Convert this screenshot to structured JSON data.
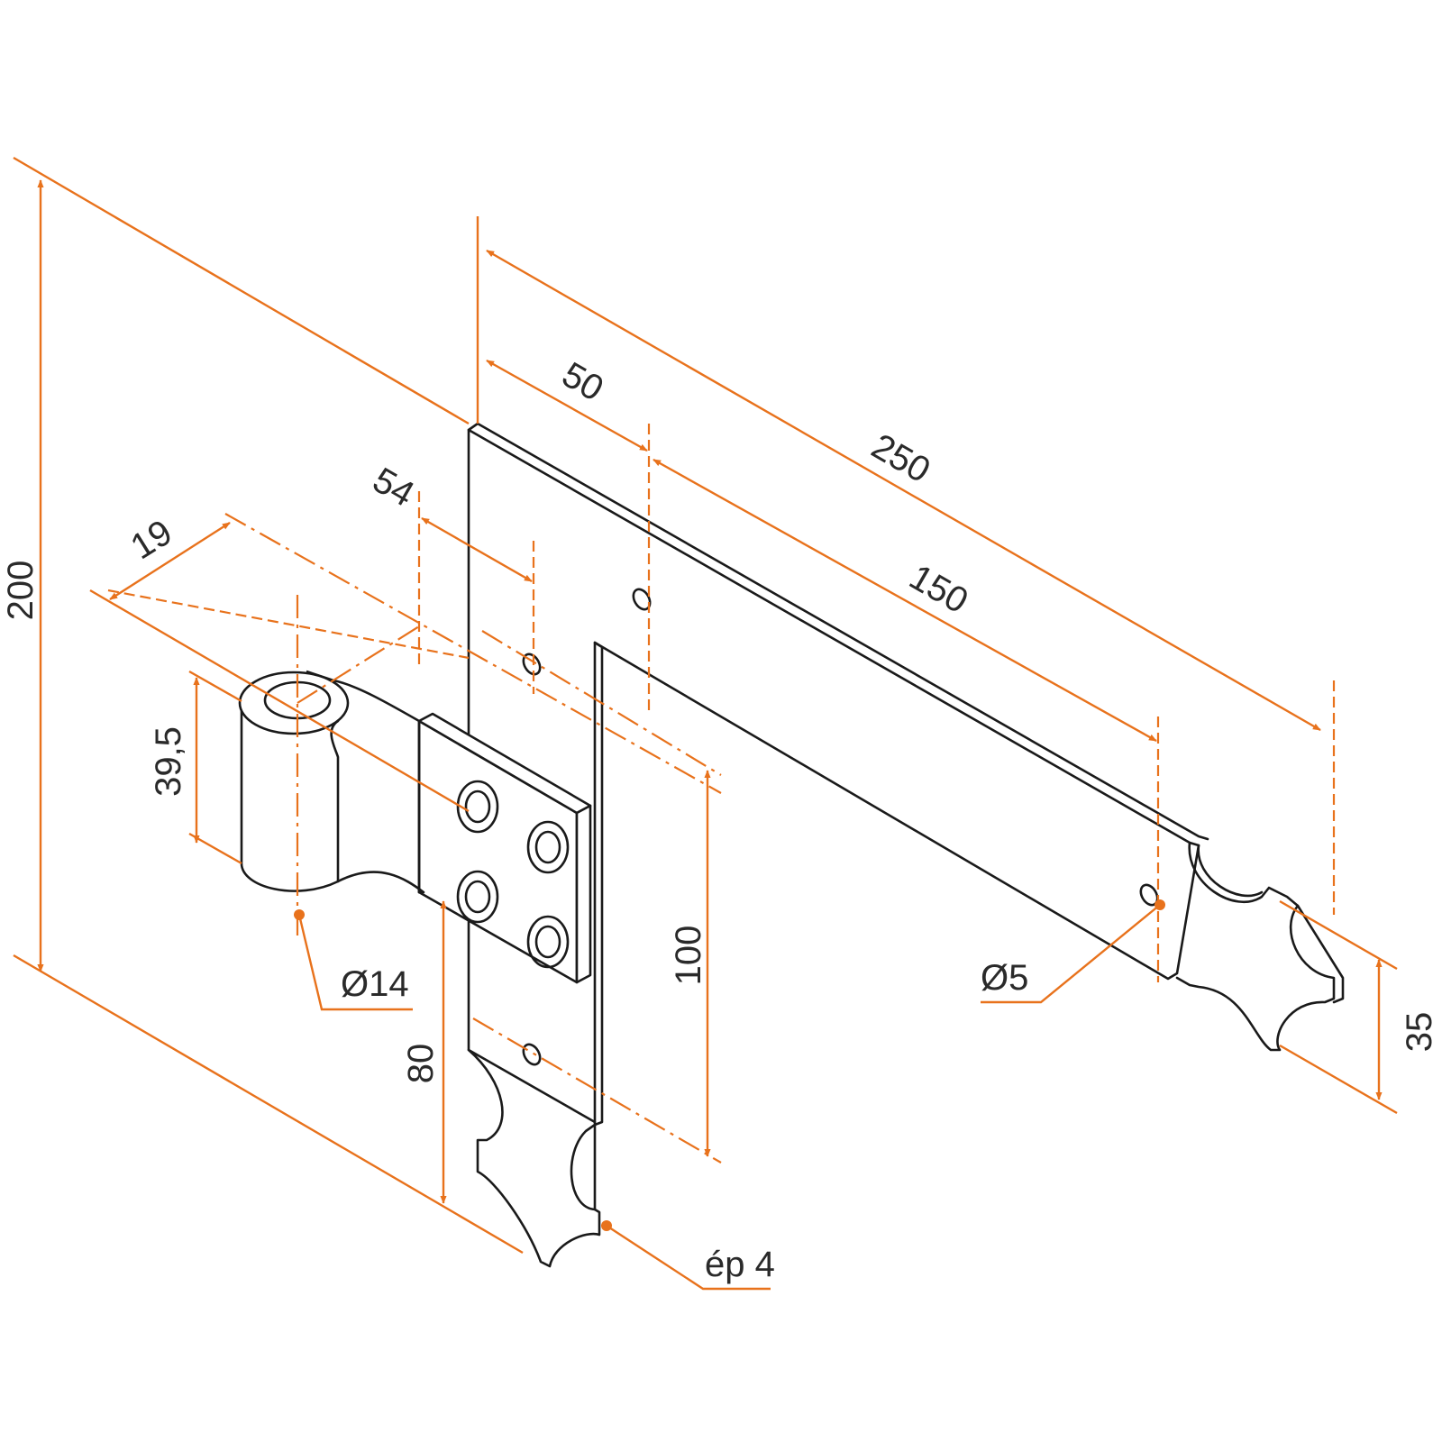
{
  "colors": {
    "dimension": "#e8721c",
    "outline": "#1a1a1a",
    "background": "#ffffff"
  },
  "dimensions": {
    "overall_height": "200",
    "strap_length": "250",
    "first_hole_offset": "50",
    "hole_spacing": "150",
    "plate_offset": "54",
    "pin_offset": "19",
    "knuckle_height": "39,5",
    "plate_height": "100",
    "lower_hole": "80",
    "strap_width": "35",
    "pin_diameter": "Ø14",
    "hole_diameter": "Ø5",
    "thickness": "ép 4"
  }
}
